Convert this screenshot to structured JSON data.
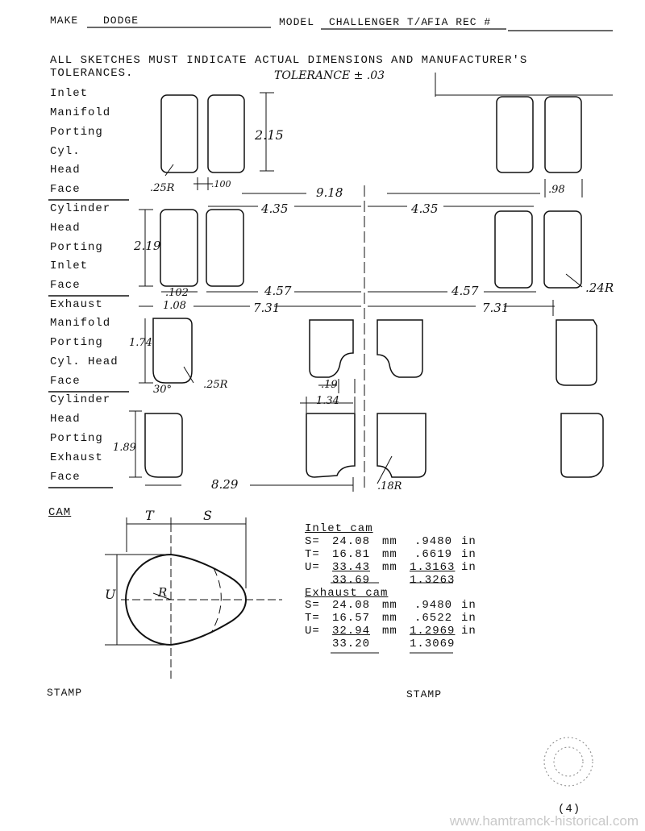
{
  "header": {
    "make_label": "MAKE",
    "make_value": "DODGE",
    "model_label": "MODEL",
    "model_value": "CHALLENGER T/A",
    "fia_label": "FIA REC #"
  },
  "instructions": {
    "line1": "ALL SKETCHES MUST INDICATE ACTUAL DIMENSIONS AND MANUFACTURER'S",
    "line2": "TOLERANCES.",
    "tolerance_note": "TOLERANCE ± .03"
  },
  "sections": [
    {
      "lines": [
        "Inlet",
        "Manifold",
        "Porting",
        "Cyl.",
        "Head",
        "Face"
      ]
    },
    {
      "lines": [
        "Cylinder",
        "Head",
        "Porting",
        "Inlet",
        "Face"
      ]
    },
    {
      "lines": [
        "Exhaust",
        "Manifold",
        "Porting",
        "Cyl. Head",
        "Face"
      ]
    },
    {
      "lines": [
        "Cylinder",
        "Head",
        "Porting",
        "Exhaust",
        "Face"
      ]
    }
  ],
  "dimensions": {
    "d215": "2.15",
    "r25a": ".25R",
    "d100": ".100",
    "d918": "9.18",
    "d98": ".98",
    "d435a": "4.35",
    "d435b": "4.35",
    "d219": "2.19",
    "d102": ".102",
    "d457a": "4.57",
    "d457b": "4.57",
    "r24": ".24R",
    "d108": "1.08",
    "d731a": "7.31",
    "d731b": "7.31",
    "d174": "1.74",
    "d30": "30°",
    "r25b": ".25R",
    "d19": ".19",
    "d134": "1.34",
    "d189": "1.89",
    "d829": "8.29",
    "r18": ".18R"
  },
  "cam": {
    "title": "CAM",
    "labels": {
      "t": "T",
      "s": "S",
      "u": "U",
      "r": "R"
    },
    "inlet": {
      "title": "Inlet cam",
      "rows": [
        {
          "key": "S=",
          "mm": "24.08",
          "unit_mm": "mm",
          "in": ".9480",
          "unit_in": "in"
        },
        {
          "key": "T=",
          "mm": "16.81",
          "unit_mm": "mm",
          "in": ".6619",
          "unit_in": "in"
        },
        {
          "key": "U=",
          "mm": "33.43",
          "unit_mm": "mm",
          "in": "1.3163",
          "unit_in": "in"
        }
      ],
      "alt_mm": "33.69",
      "alt_in": "1.3263"
    },
    "exhaust": {
      "title": "Exhaust cam",
      "rows": [
        {
          "key": "S=",
          "mm": "24.08",
          "unit_mm": "mm",
          "in": ".9480",
          "unit_in": "in"
        },
        {
          "key": "T=",
          "mm": "16.57",
          "unit_mm": "mm",
          "in": ".6522",
          "unit_in": "in"
        },
        {
          "key": "U=",
          "mm": "32.94",
          "unit_mm": "mm",
          "in": "1.2969",
          "unit_in": "in"
        }
      ],
      "alt_mm": "33.20",
      "alt_in": "1.3069"
    }
  },
  "stamps": {
    "left": "STAMP",
    "right": "STAMP"
  },
  "page_number": "(4)",
  "watermark": "www.hamtramck-historical.com"
}
